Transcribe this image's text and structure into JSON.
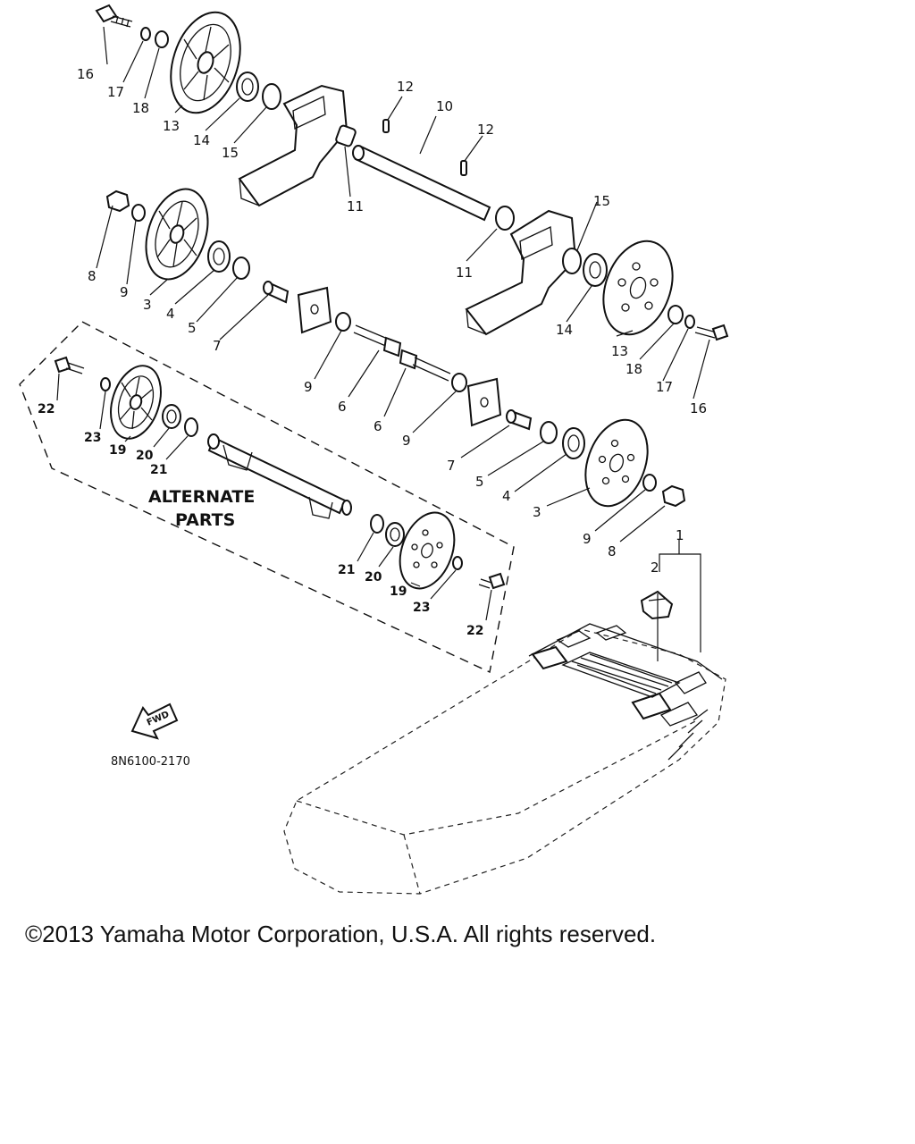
{
  "diagram": {
    "alternate_title_line1": "ALTERNATE",
    "alternate_title_line2": "PARTS",
    "drawing_code": "8N6100-2170",
    "fwd_label": "FWD",
    "callouts": {
      "c16a": "16",
      "c17a": "17",
      "c18a": "18",
      "c13a": "13",
      "c14a": "14",
      "c15a": "15",
      "c12a": "12",
      "c10": "10",
      "c12b": "12",
      "c11a": "11",
      "c8a": "8",
      "c9a": "9",
      "c3a": "3",
      "c4a": "4",
      "c5a": "5",
      "c7a": "7",
      "c15b": "15",
      "c11b": "11",
      "c14b": "14",
      "c13b": "13",
      "c18b": "18",
      "c17b": "17",
      "c16b": "16",
      "c9b": "9",
      "c6a": "6",
      "c6b": "6",
      "c9c": "9",
      "c7b": "7",
      "c5b": "5",
      "c4b": "4",
      "c3b": "3",
      "c9d": "9",
      "c8b": "8",
      "c1": "1",
      "c2": "2",
      "c22a": "22",
      "c23a": "23",
      "c19a": "19",
      "c20a": "20",
      "c21a": "21",
      "c21b": "21",
      "c20b": "20",
      "c19b": "19",
      "c23b": "23",
      "c22b": "22"
    }
  },
  "footer": {
    "copyright": "©2013 Yamaha Motor Corporation, U.S.A. All rights reserved."
  }
}
